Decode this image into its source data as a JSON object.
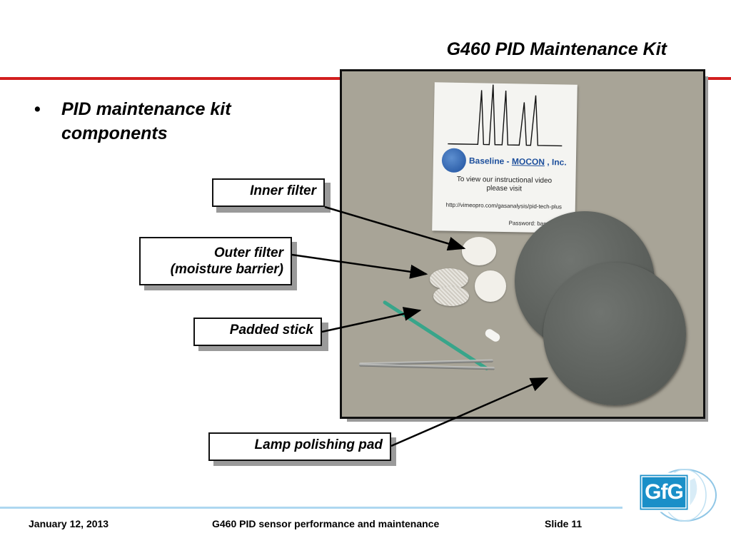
{
  "slide": {
    "title": "G460 PID Maintenance Kit",
    "bullet": "PID maintenance kit components",
    "bullet_symbol": "•"
  },
  "photo": {
    "card": {
      "logo_text_1": "Baseline",
      "logo_text_2": "MOCON",
      "logo_text_3": ", Inc.",
      "line_1": "To view our instructional video",
      "line_2": "please visit",
      "url": "http://vimeopro.com/gasanalysis/pid-tech-plus",
      "password": "Password: baseline11"
    }
  },
  "callouts": {
    "inner_filter": "Inner filter",
    "outer_filter_line1": "Outer filter",
    "outer_filter_line2": "(moisture barrier)",
    "padded_stick": "Padded stick",
    "lamp_polishing_pad": "Lamp polishing pad"
  },
  "footer": {
    "date": "January 12, 2013",
    "center": "G460 PID sensor performance and maintenance",
    "slide_number": "Slide 11",
    "logo_text": "GfG"
  },
  "colors": {
    "accent_red": "#d21f1f",
    "footer_rule": "#aed7f0",
    "logo_blue": "#1a8fc8"
  }
}
